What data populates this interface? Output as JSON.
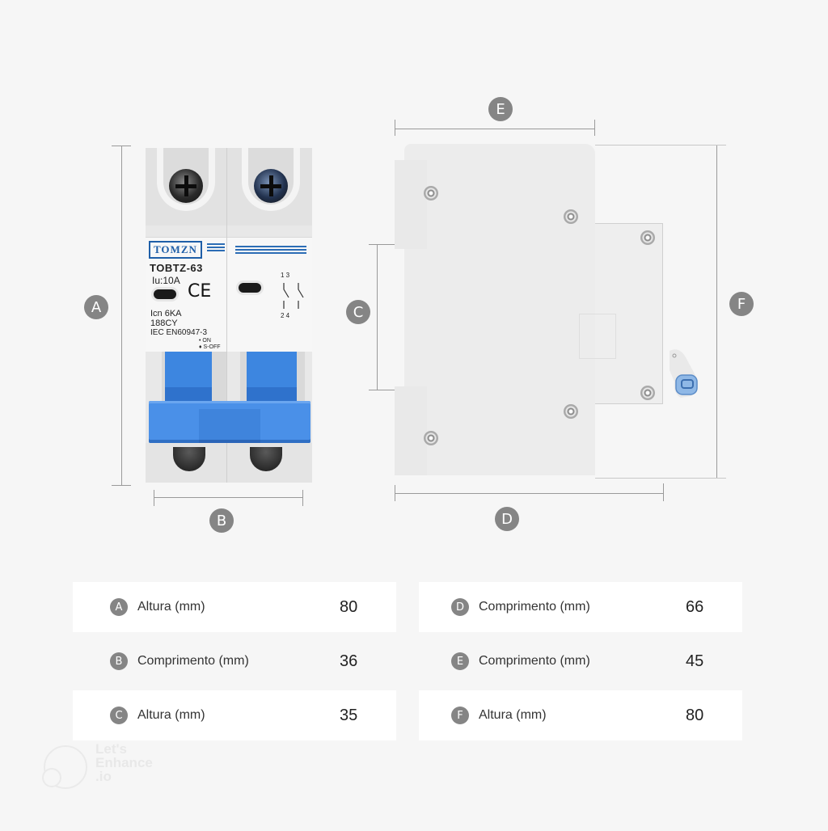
{
  "diagram": {
    "front_view": {
      "brand": "TOMZN",
      "model": "TOBTZ-63",
      "rating": "Iu:10A",
      "spec_lines": [
        "Icn 6KA",
        "188CY",
        "IEC EN60947-3"
      ],
      "spec_tail": [
        "• ON",
        "♦ S-OFF"
      ],
      "ce_mark": "CE",
      "terminal_marks": [
        "1 3",
        "2 4"
      ],
      "handle_color": "#4a90e8",
      "brand_color": "#1f5fa8"
    },
    "dimension_badges": {
      "A": "A",
      "B": "B",
      "C": "C",
      "D": "D",
      "E": "E",
      "F": "F"
    }
  },
  "specs": {
    "left": [
      {
        "badge": "A",
        "label": "Altura (mm)",
        "value": "80"
      },
      {
        "badge": "B",
        "label": "Comprimento (mm)",
        "value": "36"
      },
      {
        "badge": "C",
        "label": "Altura (mm)",
        "value": "35"
      }
    ],
    "right": [
      {
        "badge": "D",
        "label": "Comprimento (mm)",
        "value": "66"
      },
      {
        "badge": "E",
        "label": "Comprimento (mm)",
        "value": "45"
      },
      {
        "badge": "F",
        "label": "Altura (mm)",
        "value": "80"
      }
    ]
  },
  "watermark": {
    "text": "Let's\nEnhance\n.io"
  },
  "colors": {
    "background": "#f6f6f6",
    "badge": "#858585",
    "dimension_line": "#9a9a9a"
  }
}
